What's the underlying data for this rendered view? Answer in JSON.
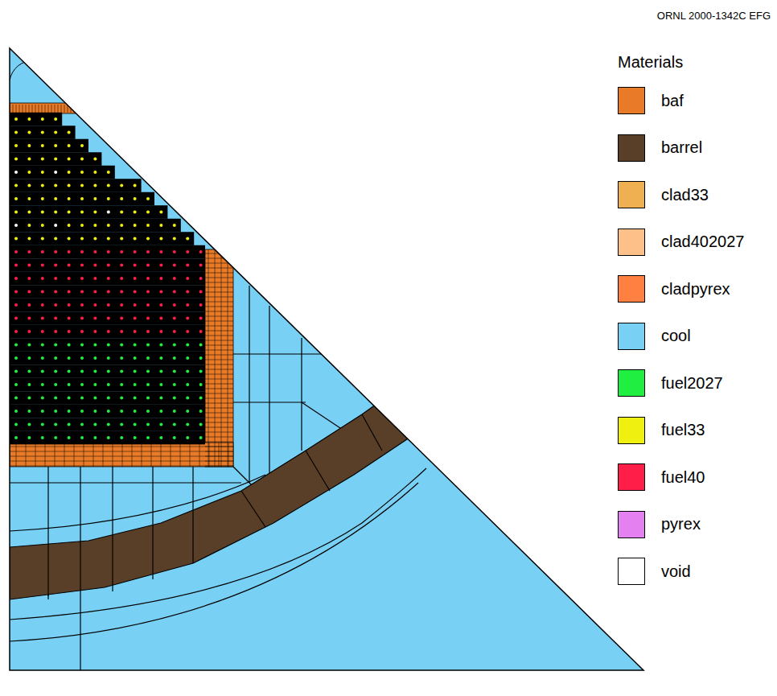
{
  "diagram": {
    "labels": [
      "ORNL 2000-1342C EFG",
      "Materials"
    ],
    "legend": [
      {
        "text": "baf",
        "color": "#e87a28"
      },
      {
        "text": "barrel",
        "color": "#5a3f28"
      },
      {
        "text": "clad33",
        "color": "#eeb050"
      },
      {
        "text": "clad402027",
        "color": "#fdc088"
      },
      {
        "text": "cladpyrex",
        "color": "#ff8040"
      },
      {
        "text": "cool",
        "color": "#78d0f5"
      },
      {
        "text": "fuel2027",
        "color": "#20ee40"
      },
      {
        "text": "fuel33",
        "color": "#f0f010"
      },
      {
        "text": "fuel40",
        "color": "#ff1e48"
      },
      {
        "text": "pyrex",
        "color": "#e480f0"
      },
      {
        "text": "void",
        "color": "#ffffff"
      }
    ]
  }
}
